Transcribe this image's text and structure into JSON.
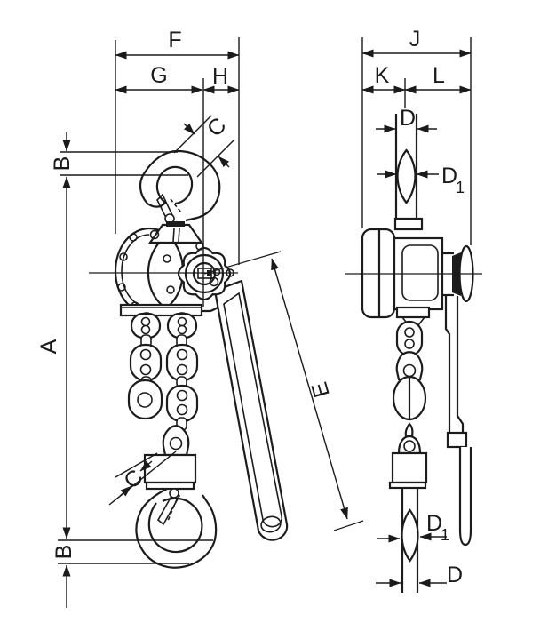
{
  "diagram": {
    "kind": "technical-dimension-drawing",
    "subject": "lever chain hoist - front and side elevation views",
    "colors": {
      "line": "#1c1c1c",
      "dimension_line": "#1a1a1a",
      "background": "#ffffff"
    }
  },
  "labels": {
    "a": "A",
    "b": "B",
    "c": "C",
    "d": "D",
    "d1_main": "D",
    "d1_sub": "1",
    "e": "E",
    "f": "F",
    "g": "G",
    "h": "H",
    "j": "J",
    "k": "K",
    "l": "L"
  }
}
